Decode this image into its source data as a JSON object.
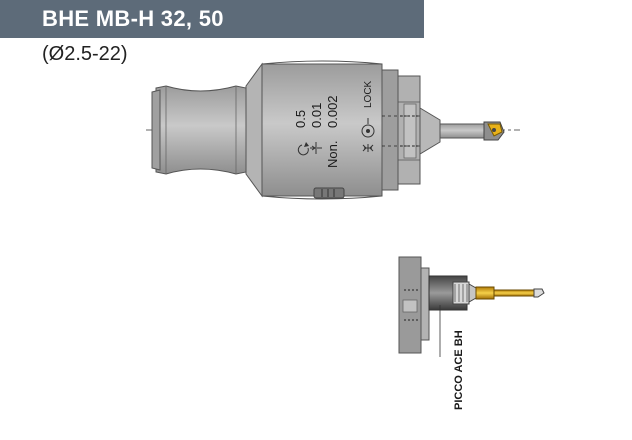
{
  "header": {
    "title": "BHE MB-H 32, 50",
    "subtitle": "(Ø2.5-22)"
  },
  "main_tool": {
    "lock_label": "LOCK",
    "scale_values": [
      "0.5",
      "0.01",
      "0.002"
    ],
    "scale_prefix_non": "Non.",
    "icons": [
      "rotate-icon",
      "fine-adjust-icon",
      "clamp-icon"
    ]
  },
  "secondary_tool": {
    "label": "PICCO ACE BH"
  },
  "colors": {
    "header_bg": "#5d6b79",
    "body_gray": "#a9a9a9",
    "dark_gray": "#7d7d7d",
    "insert_yellow": "#e8b21a"
  }
}
